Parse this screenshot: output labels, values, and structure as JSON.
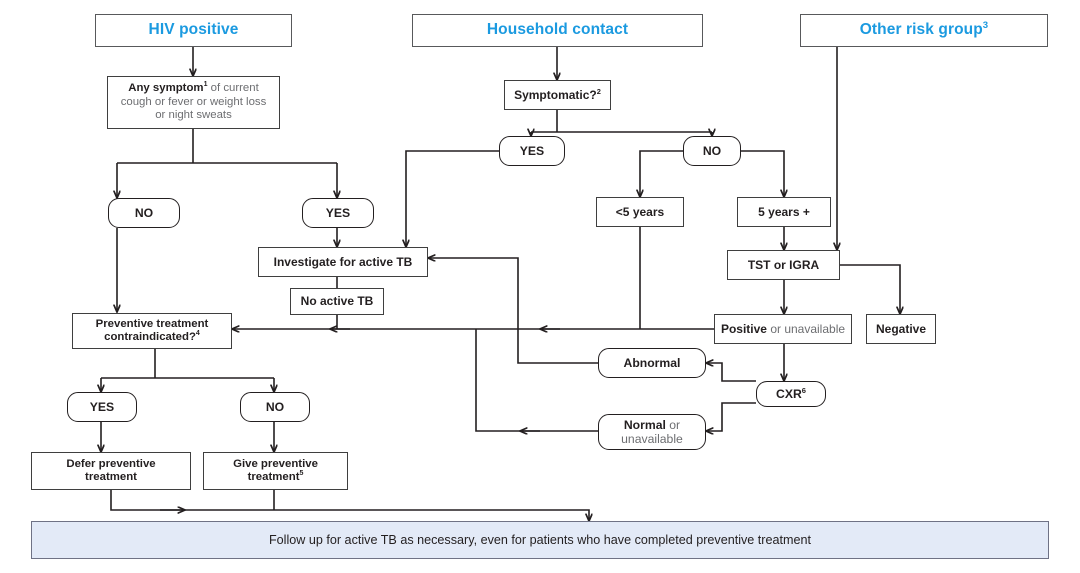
{
  "diagram": {
    "title": "TB preventive treatment algorithm",
    "colors": {
      "header_text": "#1b9ae0",
      "box_border": "#3f3f3f",
      "banner_fill": "#e3eaf7",
      "banner_border": "#6f7285",
      "text": "#231f20",
      "muted_text": "#6d6e71"
    }
  },
  "headers": [
    {
      "id": "hiv",
      "label": "HIV positive"
    },
    {
      "id": "house",
      "label": "Household contact"
    },
    {
      "id": "other",
      "label": "Other risk group",
      "sup": "3"
    }
  ],
  "nodes": {
    "any_symptom": {
      "strong": "Any symptom",
      "sup": "1",
      "rest": " of current cough or fever or weight loss or night sweats"
    },
    "symptomatic": {
      "label": "Symptomatic?",
      "sup": "2"
    },
    "hiv_no": {
      "label": "NO"
    },
    "hiv_yes": {
      "label": "YES"
    },
    "sympt_yes": {
      "label": "YES"
    },
    "sympt_no": {
      "label": "NO"
    },
    "under5": {
      "label": "<5 years"
    },
    "over5": {
      "label": "5 years +"
    },
    "tst_igra": {
      "label": "TST or IGRA"
    },
    "positive": {
      "strong": "Positive",
      "rest": " or unavailable"
    },
    "negative": {
      "label": "Negative"
    },
    "investigate": {
      "label": "Investigate for active TB"
    },
    "no_active_tb": {
      "label": "No active TB"
    },
    "contraindicated": {
      "line1": "Preventive treatment",
      "line2": "contraindicated?",
      "sup": "4"
    },
    "prev_yes": {
      "label": "YES"
    },
    "prev_no": {
      "label": "NO"
    },
    "defer": {
      "line1": "Defer preventive",
      "line2": "treatment"
    },
    "give": {
      "line1": "Give preventive",
      "line2": "treatment",
      "sup": "5"
    },
    "cxr": {
      "label": "CXR",
      "sup": "6"
    },
    "abnormal": {
      "label": "Abnormal"
    },
    "normal": {
      "strong": "Normal",
      "rest": " or",
      "line2": "unavailable"
    }
  },
  "banner": {
    "label": "Follow up for active TB as necessary, even for patients who have completed preventive treatment"
  }
}
